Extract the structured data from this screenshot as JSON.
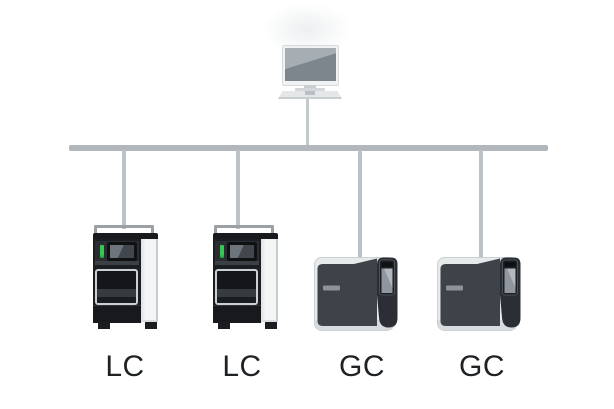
{
  "icons": {
    "computer": "desktop-computer-icon",
    "lc": "lc-instrument-icon",
    "gc": "gc-instrument-icon",
    "network": "bus-connection-lines"
  },
  "instruments": [
    {
      "label": "LC"
    },
    {
      "label": "LC"
    },
    {
      "label": "GC"
    },
    {
      "label": "GC"
    }
  ],
  "colors": {
    "background": "#ffffff",
    "line_gray": "#b6bbbf",
    "instrument_black": "#1b1e22",
    "gc_panel_gray": "#3f444b",
    "gc_shell_gray": "#e7eaeb",
    "led_green": "#31c351",
    "screen_gray": "#8f969d",
    "label_text": "#1f2225"
  }
}
